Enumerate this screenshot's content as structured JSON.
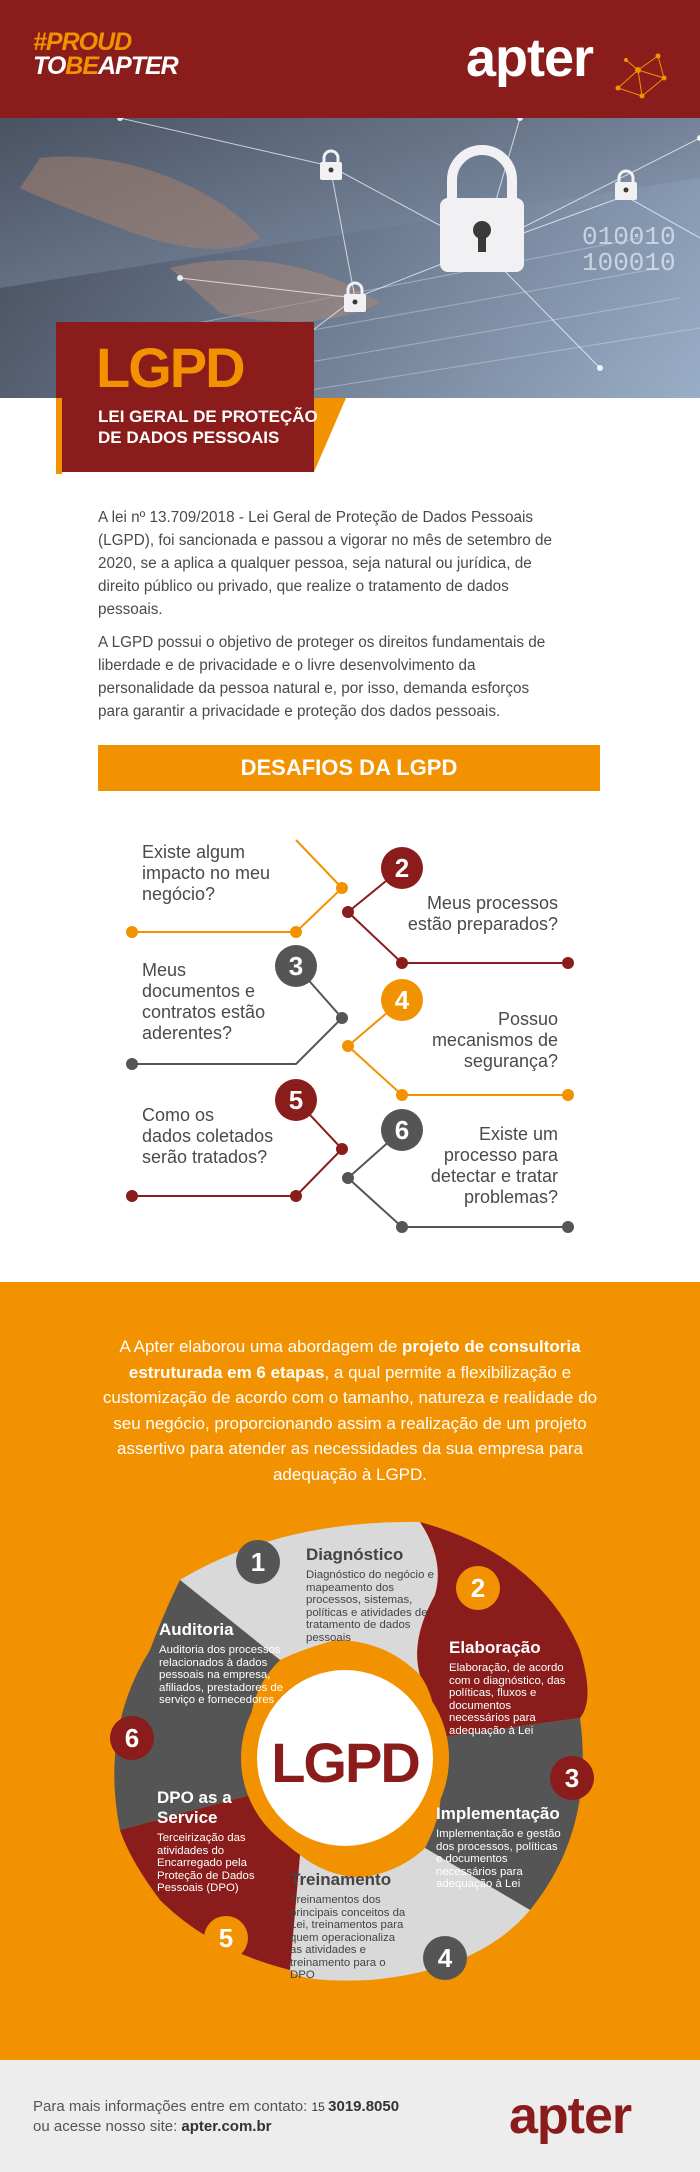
{
  "header": {
    "tag_line1": "#PROUD",
    "tag_line2_a": "TO",
    "tag_line2_b": "BE",
    "tag_line2_c": "APTER",
    "brand": "apter"
  },
  "hero": {
    "binary_1": "010010",
    "binary_2": "100010",
    "title": "LGPD",
    "subtitle": "LEI GERAL DE PROTEÇÃO DE DADOS PESSOAIS"
  },
  "intro": {
    "p1": "A lei nº 13.709/2018 - Lei Geral de Proteção de Dados Pessoais (LGPD), foi sancionada e passou a vigorar no mês de setembro de 2020, se a aplica a qualquer pessoa, seja natural ou jurídica, de direito público ou privado, que realize o tratamento de dados pessoais.",
    "p2": "A LGPD possui o objetivo de proteger os direitos fundamentais de liberdade e de privacidade e o livre desenvolvimento da personalidade da pessoa natural e, por isso, demanda esforços para garantir a privacidade e proteção dos dados pessoais."
  },
  "desafios": {
    "title": "DESAFIOS DA LGPD",
    "items": [
      {
        "num": "",
        "text_lines": [
          "Existe algum",
          "impacto no meu",
          "negócio?"
        ]
      },
      {
        "num": "2",
        "text_lines": [
          "Meus processos",
          "estão preparados?"
        ]
      },
      {
        "num": "3",
        "text_lines": [
          "Meus",
          "documentos e",
          "contratos estão",
          "aderentes?"
        ]
      },
      {
        "num": "4",
        "text_lines": [
          "Possuo",
          "mecanismos de",
          "segurança?"
        ]
      },
      {
        "num": "5",
        "text_lines": [
          "Como os",
          "dados coletados",
          "serão tratados?"
        ]
      },
      {
        "num": "6",
        "text_lines": [
          "Existe um",
          "processo para",
          "detectar e tratar",
          "problemas?"
        ]
      }
    ]
  },
  "approach": {
    "t1": "A Apter elaborou uma abordagem de ",
    "b1": "projeto de consultoria estruturada em 6 etapas",
    "t2": ", a qual permite a flexibilização e customização de acordo com o tamanho, natureza e realidade do seu negócio, proporcionando assim a realização de um projeto assertivo para atender as necessidades da sua empresa para adequação à LGPD."
  },
  "wheel": {
    "center": "LGPD",
    "steps": [
      {
        "num": "1",
        "title": "Diagnóstico",
        "desc": "Diagnóstico do negócio e mapeamento dos processos, sistemas, políticas e atividades de tratamento de dados pessoais"
      },
      {
        "num": "2",
        "title": "Elaboração",
        "desc": "Elaboração, de acordo com o diagnóstico, das políticas, fluxos e documentos necessários para adequação à Lei"
      },
      {
        "num": "3",
        "title": "Implementação",
        "desc": "Implementação e gestão dos processos, políticas e documentos necessários para adequação à Lei"
      },
      {
        "num": "4",
        "title": "Treinamento",
        "desc": "Treinamentos dos principais conceitos da Lei, treinamentos para quem operacionaliza as atividades e treinamento para o DPO"
      },
      {
        "num": "5",
        "title": "DPO as a Service",
        "desc": "Terceirização das atividades do Encarregado pela Proteção de Dados Pessoais (DPO)"
      },
      {
        "num": "6",
        "title": "Auditoria",
        "desc": "Auditoria dos processos relacionados à dados pessoais na empresa, afiliados, prestadores de serviço e fornecedores"
      }
    ]
  },
  "footer": {
    "line1": "Para mais informações entre em contato: ",
    "ddd": "15 ",
    "phone": "3019.8050",
    "line2": "ou acesse nosso site: ",
    "site": "apter.com.br",
    "brand": "apter"
  },
  "colors": {
    "brand_red": "#8a1c1c",
    "brand_orange": "#f39200",
    "dark_gray": "#555555",
    "light_gray": "#d9d9d9"
  }
}
